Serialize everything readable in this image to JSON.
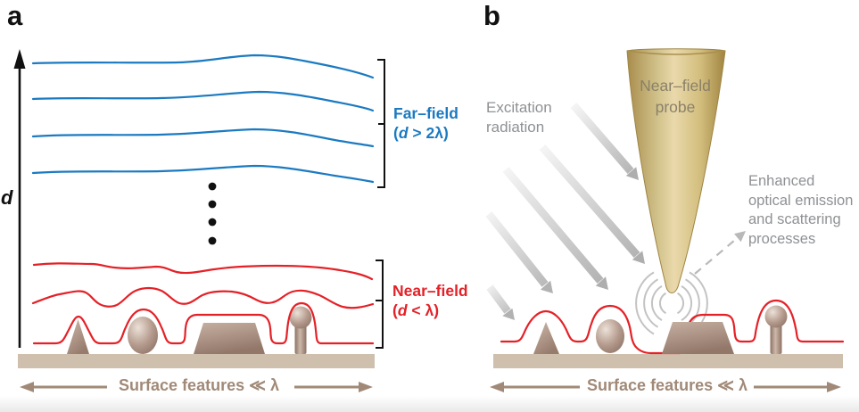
{
  "panel_a": {
    "label": "a",
    "axis_label": "d",
    "far_field": {
      "title": "Far–field",
      "cond_pre": "(",
      "cond_var": "d",
      "cond_post": " > 2λ)"
    },
    "near_field": {
      "title": "Near–field",
      "cond_pre": "(",
      "cond_var": "d",
      "cond_post": " < λ)"
    },
    "surface_label": "Surface features ≪ λ"
  },
  "panel_b": {
    "label": "b",
    "excitation": {
      "line1": "Excitation",
      "line2": "radiation"
    },
    "probe": {
      "line1": "Near–field",
      "line2": "probe"
    },
    "enhanced": {
      "line1": "Enhanced",
      "line2": "optical emission",
      "line3": "and scattering",
      "line4": "processes"
    },
    "surface_label": "Surface features ≪ λ"
  },
  "colors": {
    "far_field_blue": "#1b7ac1",
    "near_field_red": "#e42127",
    "substrate_tan": "#cfc0ae",
    "feature_brown": "#a98f80",
    "probe_gold": "#e9ddb2",
    "probe_gold_dark": "#a98d4c",
    "text_gray": "#8f9194",
    "surface_arrow_tan": "#a18977",
    "scatter_arc_gray": "#c3c3c3"
  },
  "icons": {
    "d_axis_arrow": "up-arrow",
    "excitation_arrows": "diagonal-gradient-arrows",
    "emission_arrow": "dashed-up-right-arrow",
    "surface_extent_arrows": "double-headed-arrow",
    "ellipsis_dots": "vertical-ellipsis"
  }
}
